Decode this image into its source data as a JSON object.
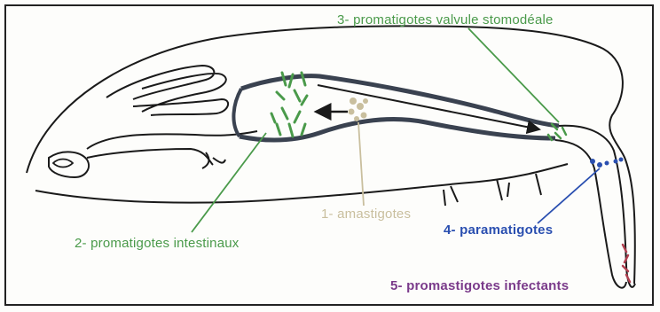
{
  "labels": {
    "promastigotes_valve": "3- promatigotes valvule stomodéale",
    "amastigotes": "1- amastigotes",
    "promastigotes_intestine": "2- promatigotes intestinaux",
    "paramastigotes": "4- paramatigotes",
    "promastigotes_infective": "5- promastigotes infectants"
  },
  "colors": {
    "green": "#4a9a4a",
    "beige": "#c9bf9e",
    "blue": "#2a4fb0",
    "purple": "#7a3a8a",
    "outline": "#1a1a1a",
    "gut": "#3a4250",
    "parasite_red": "#b04050"
  }
}
